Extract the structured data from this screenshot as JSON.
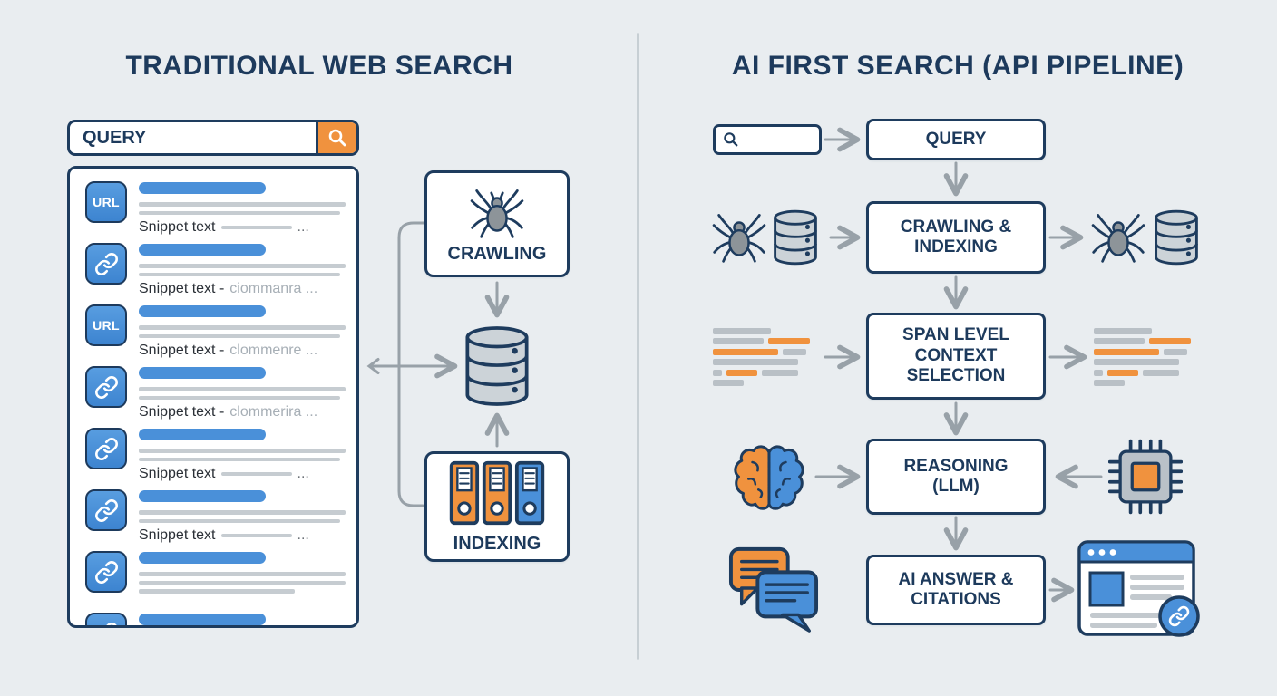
{
  "colors": {
    "background": "#e9edf0",
    "navy": "#1d3a5c",
    "blue": "#4a90d9",
    "orange": "#f0923e",
    "arrow_gray": "#98a1a8",
    "bar_gray": "#c6ccd1"
  },
  "icons": [
    "search-icon",
    "link-icon",
    "url-badge",
    "spider-icon",
    "database-icon",
    "binders-icon",
    "text-spans-icon",
    "brain-icon",
    "chip-icon",
    "chat-bubbles-icon",
    "browser-window-icon",
    "link-badge-icon"
  ],
  "left": {
    "title": "TRADITIONAL WEB SEARCH",
    "search_bar": {
      "value": "QUERY"
    },
    "crawling_label": "CRAWLING",
    "indexing_label": "INDEXING",
    "results": [
      {
        "badge": "URL",
        "main": "Snippet text",
        "ellipsis": "..."
      },
      {
        "main": "Snippet text -",
        "gray": "ciommanra ..."
      },
      {
        "badge": "URL",
        "main": "Snippet text -",
        "gray": "clommenre ..."
      },
      {
        "main": "Snippet text -",
        "gray": "clommerira ..."
      },
      {
        "main": "Snippet text",
        "ellipsis": "..."
      },
      {
        "main": "Snippet text",
        "ellipsis": "..."
      },
      {},
      {}
    ]
  },
  "right": {
    "title": "AI FIRST SEARCH (API PIPELINE)",
    "boxes": {
      "query": "QUERY",
      "crawling_indexing": "CRAWLING & INDEXING",
      "span_selection": "SPAN LEVEL CONTEXT SELECTION",
      "reasoning": "REASONING (LLM)",
      "answer": "AI ANSWER & CITATIONS"
    }
  }
}
